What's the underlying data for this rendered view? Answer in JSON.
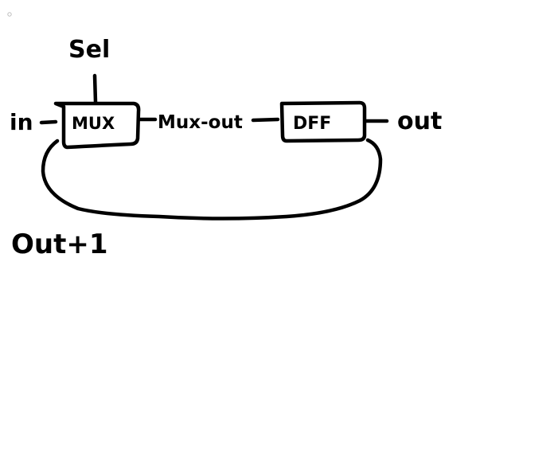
{
  "diagram": {
    "labels": {
      "sel": "Sel",
      "input": "in",
      "mux": "MUX",
      "mux_out": "Mux-out",
      "dff": "DFF",
      "output": "out",
      "feedback": "Out+1"
    },
    "colors": {
      "ink": "#000000",
      "background": "#ffffff",
      "corner_dot": "#bdbdbd"
    }
  }
}
